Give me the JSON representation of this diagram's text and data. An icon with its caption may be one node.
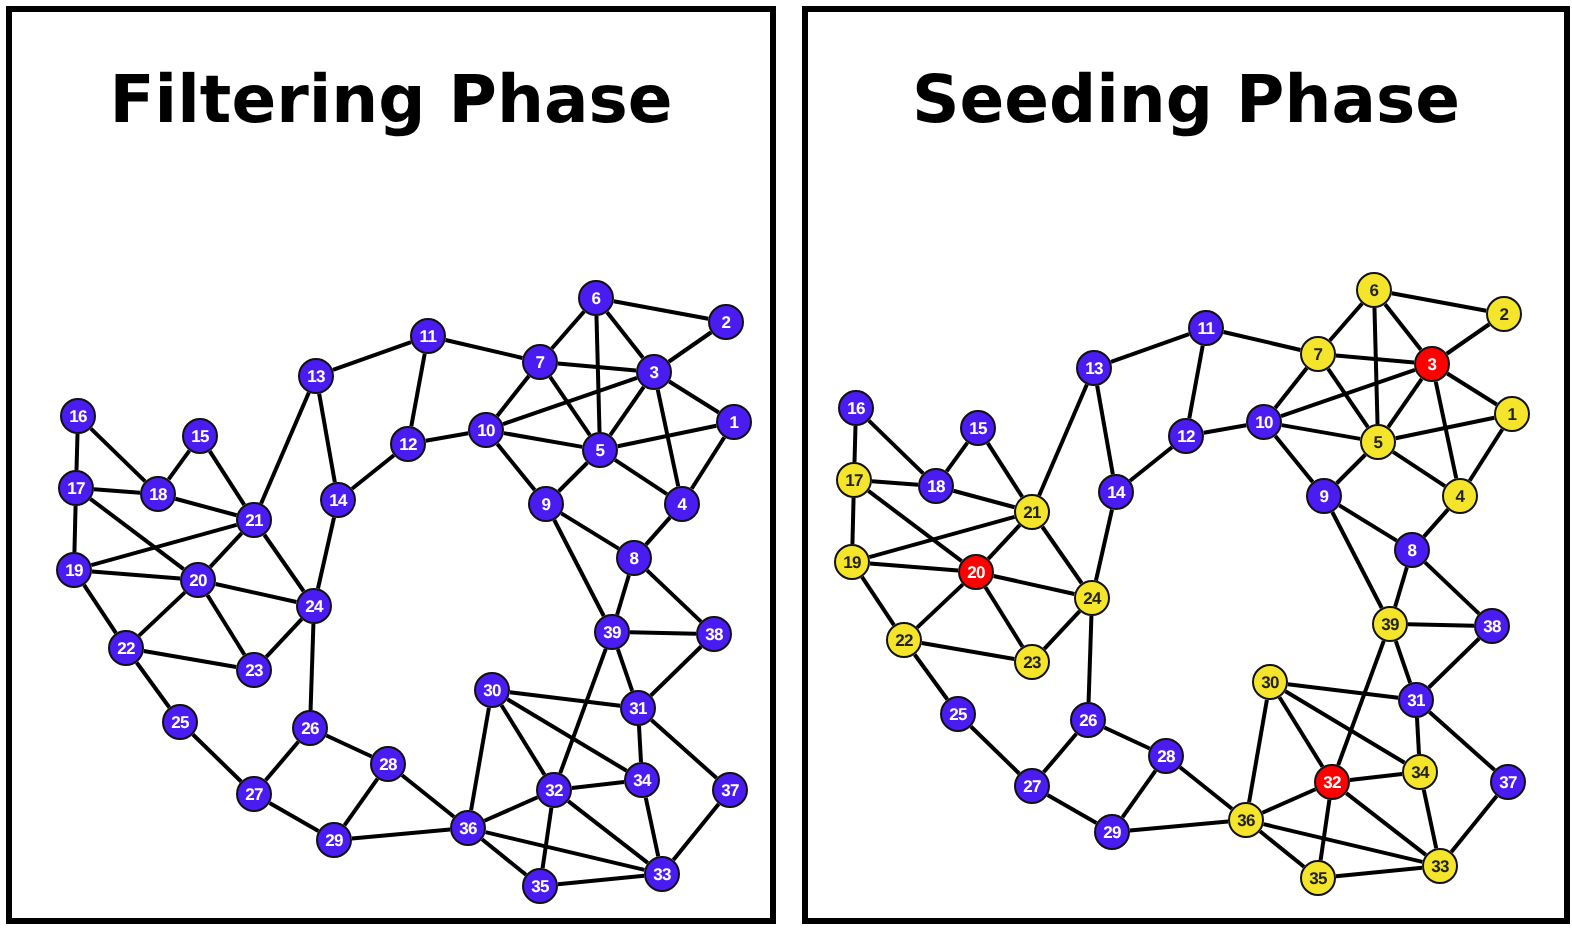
{
  "diagram": {
    "nodes": [
      {
        "text": [
          "Filtering Phase"
        ]
      },
      {
        "text": [
          "1"
        ],
        "in": 0
      },
      {
        "text": [
          "2"
        ],
        "in": 0
      },
      {
        "text": [
          "3"
        ],
        "in": 0
      },
      {
        "text": [
          "4"
        ],
        "in": 0
      },
      {
        "text": [
          "5"
        ],
        "in": 0
      },
      {
        "text": [
          "6"
        ],
        "in": 0
      },
      {
        "text": [
          "7"
        ],
        "in": 0
      },
      {
        "text": [
          "8"
        ],
        "in": 0
      },
      {
        "text": [
          "9"
        ],
        "in": 0
      },
      {
        "text": [
          "10"
        ],
        "in": 0
      },
      {
        "text": [
          "11"
        ],
        "in": 0
      },
      {
        "text": [
          "12"
        ],
        "in": 0
      },
      {
        "text": [
          "13"
        ],
        "in": 0
      },
      {
        "text": [
          "14"
        ],
        "in": 0
      },
      {
        "text": [
          "15"
        ],
        "in": 0
      },
      {
        "text": [
          "16"
        ],
        "in": 0
      },
      {
        "text": [
          "17"
        ],
        "in": 0
      },
      {
        "text": [
          "18"
        ],
        "in": 0
      },
      {
        "text": [
          "19"
        ],
        "in": 0
      },
      {
        "text": [
          "20"
        ],
        "in": 0
      },
      {
        "text": [
          "21"
        ],
        "in": 0
      },
      {
        "text": [
          "22"
        ],
        "in": 0
      },
      {
        "text": [
          "23"
        ],
        "in": 0
      },
      {
        "text": [
          "24"
        ],
        "in": 0
      },
      {
        "text": [
          "25"
        ],
        "in": 0
      },
      {
        "text": [
          "26"
        ],
        "in": 0
      },
      {
        "text": [
          "27"
        ],
        "in": 0
      },
      {
        "text": [
          "28"
        ],
        "in": 0
      },
      {
        "text": [
          "29"
        ],
        "in": 0
      },
      {
        "text": [
          "30"
        ],
        "in": 0
      },
      {
        "text": [
          "31"
        ],
        "in": 0
      },
      {
        "text": [
          "32"
        ],
        "in": 0
      },
      {
        "text": [
          "33"
        ],
        "in": 0
      },
      {
        "text": [
          "34"
        ],
        "in": 0
      },
      {
        "text": [
          "35"
        ],
        "in": 0
      },
      {
        "text": [
          "36"
        ],
        "in": 0
      },
      {
        "text": [
          "37"
        ],
        "in": 0
      },
      {
        "text": [
          "38"
        ],
        "in": 0
      },
      {
        "text": [
          "39"
        ],
        "in": 0
      },
      {
        "text": [
          "Seeding Phase"
        ]
      },
      {
        "text": [
          "1"
        ],
        "in": 40
      },
      {
        "text": [
          "2"
        ],
        "in": 40
      },
      {
        "text": [
          "3"
        ],
        "in": 40
      },
      {
        "text": [
          "4"
        ],
        "in": 40
      },
      {
        "text": [
          "5"
        ],
        "in": 40
      },
      {
        "text": [
          "6"
        ],
        "in": 40
      },
      {
        "text": [
          "7"
        ],
        "in": 40
      },
      {
        "text": [
          "8"
        ],
        "in": 40
      },
      {
        "text": [
          "9"
        ],
        "in": 40
      },
      {
        "text": [
          "10"
        ],
        "in": 40
      },
      {
        "text": [
          "11"
        ],
        "in": 40
      },
      {
        "text": [
          "12"
        ],
        "in": 40
      },
      {
        "text": [
          "13"
        ],
        "in": 40
      },
      {
        "text": [
          "14"
        ],
        "in": 40
      },
      {
        "text": [
          "15"
        ],
        "in": 40
      },
      {
        "text": [
          "16"
        ],
        "in": 40
      },
      {
        "text": [
          "17"
        ],
        "in": 40
      },
      {
        "text": [
          "18"
        ],
        "in": 40
      },
      {
        "text": [
          "19"
        ],
        "in": 40
      },
      {
        "text": [
          "20"
        ],
        "in": 40
      },
      {
        "text": [
          "21"
        ],
        "in": 40
      },
      {
        "text": [
          "22"
        ],
        "in": 40
      },
      {
        "text": [
          "23"
        ],
        "in": 40
      },
      {
        "text": [
          "24"
        ],
        "in": 40
      },
      {
        "text": [
          "25"
        ],
        "in": 40
      },
      {
        "text": [
          "26"
        ],
        "in": 40
      },
      {
        "text": [
          "27"
        ],
        "in": 40
      },
      {
        "text": [
          "28"
        ],
        "in": 40
      },
      {
        "text": [
          "29"
        ],
        "in": 40
      },
      {
        "text": [
          "30"
        ],
        "in": 40
      },
      {
        "text": [
          "31"
        ],
        "in": 40
      },
      {
        "text": [
          "32"
        ],
        "in": 40
      },
      {
        "text": [
          "33"
        ],
        "in": 40
      },
      {
        "text": [
          "34"
        ],
        "in": 40
      },
      {
        "text": [
          "35"
        ],
        "in": 40
      },
      {
        "text": [
          "36"
        ],
        "in": 40
      },
      {
        "text": [
          "37"
        ],
        "in": 40
      },
      {
        "text": [
          "38"
        ],
        "in": 40
      },
      {
        "text": [
          "39"
        ],
        "in": 40
      }
    ],
    "edges": [
      {
        "from": 16,
        "to": 17,
        "arrow": "none"
      },
      {
        "from": 16,
        "to": 18,
        "arrow": "none"
      },
      {
        "from": 17,
        "to": 18,
        "arrow": "none"
      },
      {
        "from": 17,
        "to": 19,
        "arrow": "none"
      },
      {
        "from": 17,
        "to": 20,
        "arrow": "none"
      },
      {
        "from": 15,
        "to": 18,
        "arrow": "none"
      },
      {
        "from": 15,
        "to": 21,
        "arrow": "none"
      },
      {
        "from": 18,
        "to": 21,
        "arrow": "none"
      },
      {
        "from": 19,
        "to": 21,
        "arrow": "none"
      },
      {
        "from": 19,
        "to": 20,
        "arrow": "none"
      },
      {
        "from": 19,
        "to": 22,
        "arrow": "none"
      },
      {
        "from": 20,
        "to": 21,
        "arrow": "none"
      },
      {
        "from": 20,
        "to": 24,
        "arrow": "none"
      },
      {
        "from": 20,
        "to": 22,
        "arrow": "none"
      },
      {
        "from": 20,
        "to": 23,
        "arrow": "none"
      },
      {
        "from": 21,
        "to": 24,
        "arrow": "none"
      },
      {
        "from": 21,
        "to": 13,
        "arrow": "none"
      },
      {
        "from": 22,
        "to": 23,
        "arrow": "none"
      },
      {
        "from": 22,
        "to": 25,
        "arrow": "none"
      },
      {
        "from": 23,
        "to": 24,
        "arrow": "none"
      },
      {
        "from": 25,
        "to": 27,
        "arrow": "none"
      },
      {
        "from": 24,
        "to": 14,
        "arrow": "none"
      },
      {
        "from": 24,
        "to": 26,
        "arrow": "none"
      },
      {
        "from": 13,
        "to": 11,
        "arrow": "none"
      },
      {
        "from": 13,
        "to": 14,
        "arrow": "none"
      },
      {
        "from": 14,
        "to": 12,
        "arrow": "none"
      },
      {
        "from": 11,
        "to": 12,
        "arrow": "none"
      },
      {
        "from": 11,
        "to": 7,
        "arrow": "none"
      },
      {
        "from": 12,
        "to": 10,
        "arrow": "none"
      },
      {
        "from": 26,
        "to": 27,
        "arrow": "none"
      },
      {
        "from": 26,
        "to": 28,
        "arrow": "none"
      },
      {
        "from": 27,
        "to": 29,
        "arrow": "none"
      },
      {
        "from": 28,
        "to": 29,
        "arrow": "none"
      },
      {
        "from": 28,
        "to": 36,
        "arrow": "none"
      },
      {
        "from": 29,
        "to": 36,
        "arrow": "none"
      },
      {
        "from": 36,
        "to": 30,
        "arrow": "none"
      },
      {
        "from": 36,
        "to": 32,
        "arrow": "none"
      },
      {
        "from": 36,
        "to": 35,
        "arrow": "none"
      },
      {
        "from": 36,
        "to": 33,
        "arrow": "none"
      },
      {
        "from": 30,
        "to": 31,
        "arrow": "none"
      },
      {
        "from": 30,
        "to": 32,
        "arrow": "none"
      },
      {
        "from": 30,
        "to": 34,
        "arrow": "none"
      },
      {
        "from": 32,
        "to": 39,
        "arrow": "none"
      },
      {
        "from": 32,
        "to": 34,
        "arrow": "none"
      },
      {
        "from": 32,
        "to": 35,
        "arrow": "none"
      },
      {
        "from": 32,
        "to": 33,
        "arrow": "none"
      },
      {
        "from": 31,
        "to": 34,
        "arrow": "none"
      },
      {
        "from": 31,
        "to": 37,
        "arrow": "none"
      },
      {
        "from": 31,
        "to": 39,
        "arrow": "none"
      },
      {
        "from": 31,
        "to": 38,
        "arrow": "none"
      },
      {
        "from": 39,
        "to": 38,
        "arrow": "none"
      },
      {
        "from": 39,
        "to": 9,
        "arrow": "none"
      },
      {
        "from": 39,
        "to": 8,
        "arrow": "none"
      },
      {
        "from": 8,
        "to": 38,
        "arrow": "none"
      },
      {
        "from": 8,
        "to": 9,
        "arrow": "none"
      },
      {
        "from": 8,
        "to": 4,
        "arrow": "none"
      },
      {
        "from": 9,
        "to": 10,
        "arrow": "none"
      },
      {
        "from": 9,
        "to": 5,
        "arrow": "none"
      },
      {
        "from": 10,
        "to": 7,
        "arrow": "none"
      },
      {
        "from": 10,
        "to": 3,
        "arrow": "none"
      },
      {
        "from": 10,
        "to": 5,
        "arrow": "none"
      },
      {
        "from": 7,
        "to": 6,
        "arrow": "none"
      },
      {
        "from": 7,
        "to": 3,
        "arrow": "none"
      },
      {
        "from": 7,
        "to": 5,
        "arrow": "none"
      },
      {
        "from": 6,
        "to": 5,
        "arrow": "none"
      },
      {
        "from": 6,
        "to": 3,
        "arrow": "none"
      },
      {
        "from": 6,
        "to": 2,
        "arrow": "none"
      },
      {
        "from": 2,
        "to": 3,
        "arrow": "none"
      },
      {
        "from": 3,
        "to": 5,
        "arrow": "none"
      },
      {
        "from": 3,
        "to": 1,
        "arrow": "none"
      },
      {
        "from": 3,
        "to": 4,
        "arrow": "none"
      },
      {
        "from": 5,
        "to": 1,
        "arrow": "none"
      },
      {
        "from": 5,
        "to": 4,
        "arrow": "none"
      },
      {
        "from": 1,
        "to": 4,
        "arrow": "none"
      },
      {
        "from": 34,
        "to": 33,
        "arrow": "none"
      },
      {
        "from": 35,
        "to": 33,
        "arrow": "none"
      },
      {
        "from": 37,
        "to": 33,
        "arrow": "none"
      },
      {
        "from": 56,
        "to": 57,
        "arrow": "none"
      },
      {
        "from": 56,
        "to": 58,
        "arrow": "none"
      },
      {
        "from": 57,
        "to": 58,
        "arrow": "none"
      },
      {
        "from": 57,
        "to": 59,
        "arrow": "none"
      },
      {
        "from": 57,
        "to": 60,
        "arrow": "none"
      },
      {
        "from": 55,
        "to": 58,
        "arrow": "none"
      },
      {
        "from": 55,
        "to": 61,
        "arrow": "none"
      },
      {
        "from": 58,
        "to": 61,
        "arrow": "none"
      },
      {
        "from": 59,
        "to": 61,
        "arrow": "none"
      },
      {
        "from": 59,
        "to": 60,
        "arrow": "none"
      },
      {
        "from": 59,
        "to": 62,
        "arrow": "none"
      },
      {
        "from": 60,
        "to": 61,
        "arrow": "none"
      },
      {
        "from": 60,
        "to": 64,
        "arrow": "none"
      },
      {
        "from": 60,
        "to": 62,
        "arrow": "none"
      },
      {
        "from": 60,
        "to": 63,
        "arrow": "none"
      },
      {
        "from": 61,
        "to": 64,
        "arrow": "none"
      },
      {
        "from": 61,
        "to": 53,
        "arrow": "none"
      },
      {
        "from": 62,
        "to": 63,
        "arrow": "none"
      },
      {
        "from": 62,
        "to": 65,
        "arrow": "none"
      },
      {
        "from": 63,
        "to": 64,
        "arrow": "none"
      },
      {
        "from": 65,
        "to": 67,
        "arrow": "none"
      },
      {
        "from": 64,
        "to": 54,
        "arrow": "none"
      },
      {
        "from": 64,
        "to": 66,
        "arrow": "none"
      },
      {
        "from": 53,
        "to": 51,
        "arrow": "none"
      },
      {
        "from": 53,
        "to": 54,
        "arrow": "none"
      },
      {
        "from": 54,
        "to": 52,
        "arrow": "none"
      },
      {
        "from": 51,
        "to": 52,
        "arrow": "none"
      },
      {
        "from": 51,
        "to": 47,
        "arrow": "none"
      },
      {
        "from": 52,
        "to": 50,
        "arrow": "none"
      },
      {
        "from": 66,
        "to": 67,
        "arrow": "none"
      },
      {
        "from": 66,
        "to": 68,
        "arrow": "none"
      },
      {
        "from": 67,
        "to": 69,
        "arrow": "none"
      },
      {
        "from": 68,
        "to": 69,
        "arrow": "none"
      },
      {
        "from": 68,
        "to": 76,
        "arrow": "none"
      },
      {
        "from": 69,
        "to": 76,
        "arrow": "none"
      },
      {
        "from": 76,
        "to": 70,
        "arrow": "none"
      },
      {
        "from": 76,
        "to": 72,
        "arrow": "none"
      },
      {
        "from": 76,
        "to": 75,
        "arrow": "none"
      },
      {
        "from": 76,
        "to": 73,
        "arrow": "none"
      },
      {
        "from": 70,
        "to": 71,
        "arrow": "none"
      },
      {
        "from": 70,
        "to": 72,
        "arrow": "none"
      },
      {
        "from": 70,
        "to": 74,
        "arrow": "none"
      },
      {
        "from": 72,
        "to": 79,
        "arrow": "none"
      },
      {
        "from": 72,
        "to": 74,
        "arrow": "none"
      },
      {
        "from": 72,
        "to": 75,
        "arrow": "none"
      },
      {
        "from": 72,
        "to": 73,
        "arrow": "none"
      },
      {
        "from": 71,
        "to": 74,
        "arrow": "none"
      },
      {
        "from": 71,
        "to": 77,
        "arrow": "none"
      },
      {
        "from": 71,
        "to": 79,
        "arrow": "none"
      },
      {
        "from": 71,
        "to": 78,
        "arrow": "none"
      },
      {
        "from": 79,
        "to": 78,
        "arrow": "none"
      },
      {
        "from": 79,
        "to": 49,
        "arrow": "none"
      },
      {
        "from": 79,
        "to": 48,
        "arrow": "none"
      },
      {
        "from": 48,
        "to": 78,
        "arrow": "none"
      },
      {
        "from": 48,
        "to": 49,
        "arrow": "none"
      },
      {
        "from": 48,
        "to": 44,
        "arrow": "none"
      },
      {
        "from": 49,
        "to": 50,
        "arrow": "none"
      },
      {
        "from": 49,
        "to": 45,
        "arrow": "none"
      },
      {
        "from": 50,
        "to": 47,
        "arrow": "none"
      },
      {
        "from": 50,
        "to": 43,
        "arrow": "none"
      },
      {
        "from": 50,
        "to": 45,
        "arrow": "none"
      },
      {
        "from": 47,
        "to": 46,
        "arrow": "none"
      },
      {
        "from": 47,
        "to": 43,
        "arrow": "none"
      },
      {
        "from": 47,
        "to": 45,
        "arrow": "none"
      },
      {
        "from": 46,
        "to": 45,
        "arrow": "none"
      },
      {
        "from": 46,
        "to": 43,
        "arrow": "none"
      },
      {
        "from": 46,
        "to": 42,
        "arrow": "none"
      },
      {
        "from": 42,
        "to": 43,
        "arrow": "none"
      },
      {
        "from": 43,
        "to": 45,
        "arrow": "none"
      },
      {
        "from": 43,
        "to": 41,
        "arrow": "none"
      },
      {
        "from": 43,
        "to": 44,
        "arrow": "none"
      },
      {
        "from": 45,
        "to": 41,
        "arrow": "none"
      },
      {
        "from": 45,
        "to": 44,
        "arrow": "none"
      },
      {
        "from": 41,
        "to": 44,
        "arrow": "none"
      },
      {
        "from": 74,
        "to": 73,
        "arrow": "none"
      },
      {
        "from": 75,
        "to": 73,
        "arrow": "none"
      },
      {
        "from": 77,
        "to": 73,
        "arrow": "none"
      }
    ]
  }
}
